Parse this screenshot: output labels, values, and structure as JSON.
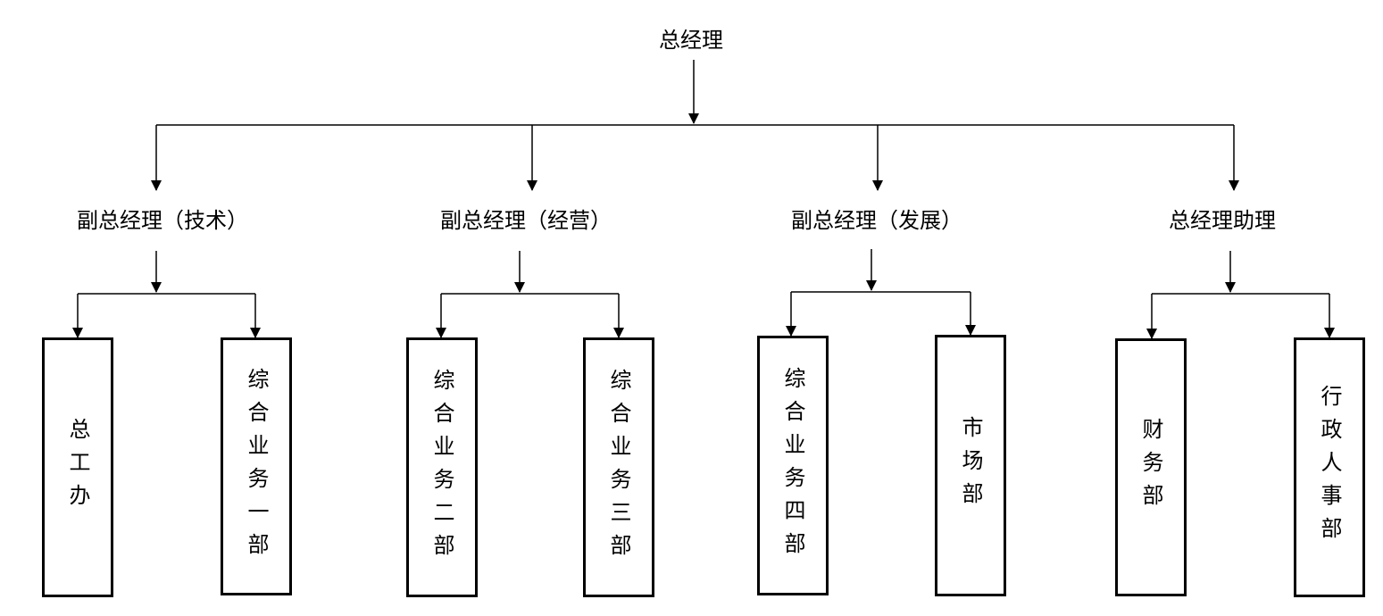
{
  "org_chart": {
    "root": {
      "label": "总经理"
    },
    "managers": [
      {
        "label": "副总经理（技术）",
        "departments": [
          "总工办",
          "综合业务一部"
        ]
      },
      {
        "label": "副总经理（经营）",
        "departments": [
          "综合业务二部",
          "综合业务三部"
        ]
      },
      {
        "label": "副总经理（发展）",
        "departments": [
          "综合业务四部",
          "市场部"
        ]
      },
      {
        "label": "总经理助理",
        "departments": [
          "财务部",
          "行政人事部"
        ]
      }
    ]
  }
}
